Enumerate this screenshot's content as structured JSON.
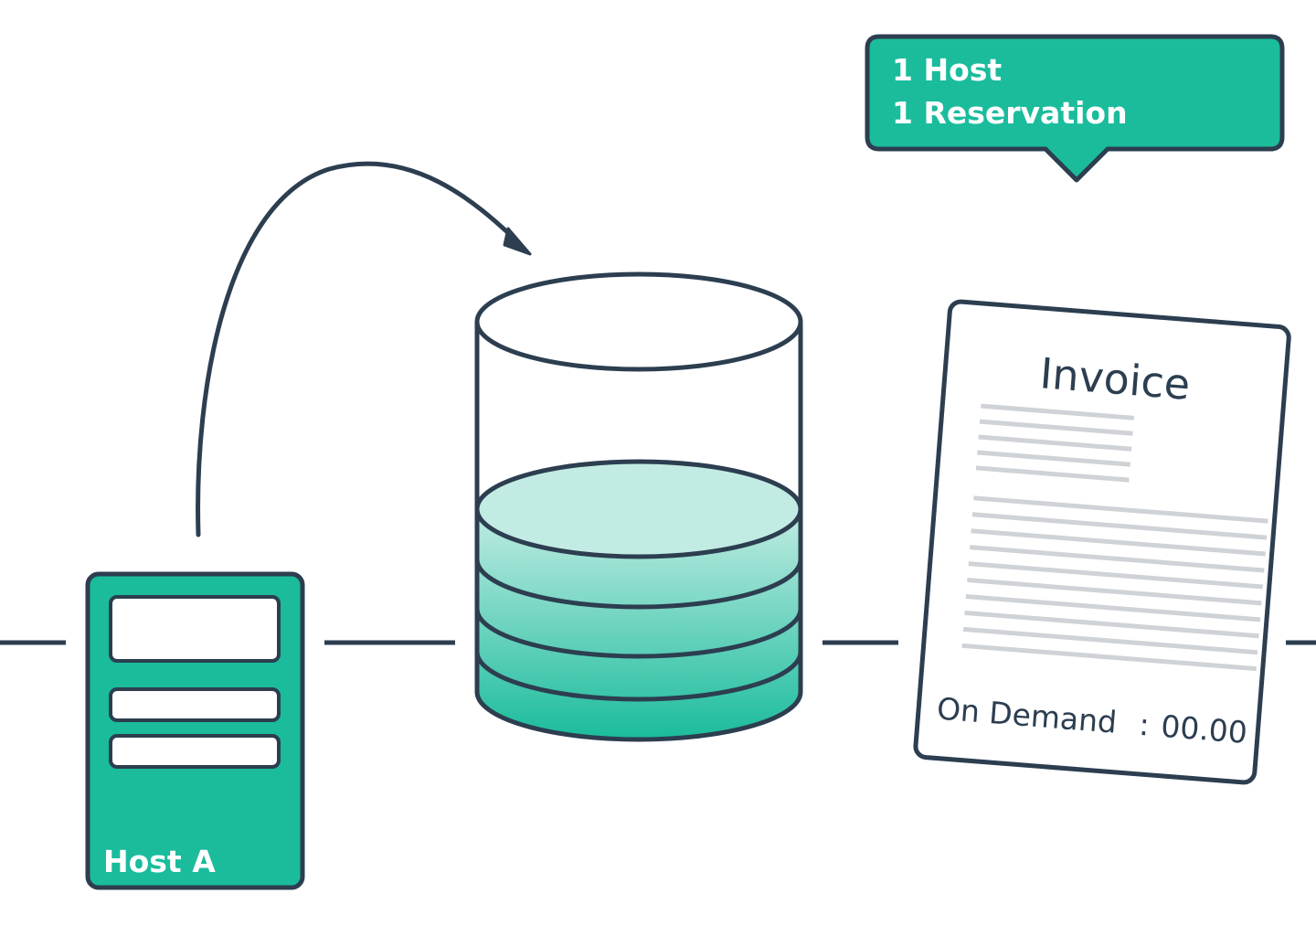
{
  "host_card": {
    "label": "Host A"
  },
  "tooltip": {
    "line1": "1 Host",
    "line2": "1 Reservation"
  },
  "invoice": {
    "title": "Invoice",
    "billing_label": "On Demand",
    "separator": ":",
    "amount": "00.00"
  },
  "colors": {
    "teal": "#1abc9c",
    "dark": "#2c3e50",
    "grey_line": "#cfd2d6",
    "teal_light": "#c2ece3"
  },
  "icons": {
    "arrow": "curved-arrow-icon",
    "database": "database-cylinder-icon",
    "host": "server-host-icon",
    "invoice": "invoice-document-icon"
  }
}
